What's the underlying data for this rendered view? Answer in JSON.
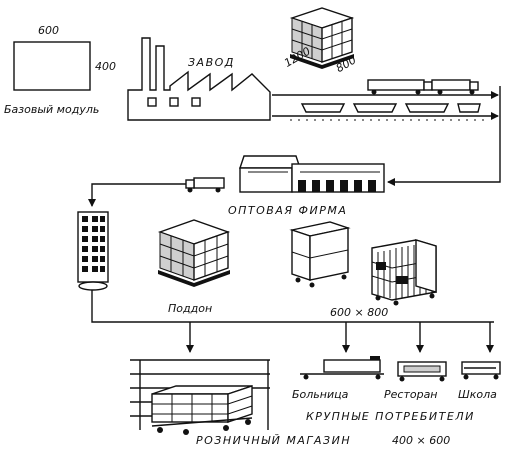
{
  "labels": {
    "module_width": "600",
    "module_height": "400",
    "base_module": "Базовый модуль",
    "factory": "ЗАВОД",
    "pallet_dim_a": "1200",
    "pallet_dim_b": "800",
    "wholesale": "ОПТОВАЯ  ФИРМА",
    "pallet": "Поддон",
    "size_600x800": "600 × 800",
    "hospital": "Больница",
    "restaurant": "Ресторан",
    "school": "Школа",
    "large_consumers": "КРУПНЫЕ  ПОТРЕБИТЕЛИ",
    "retail_store": "РОЗНИЧНЫЙ  МАГАЗИН",
    "size_400x600": "400 × 600"
  }
}
